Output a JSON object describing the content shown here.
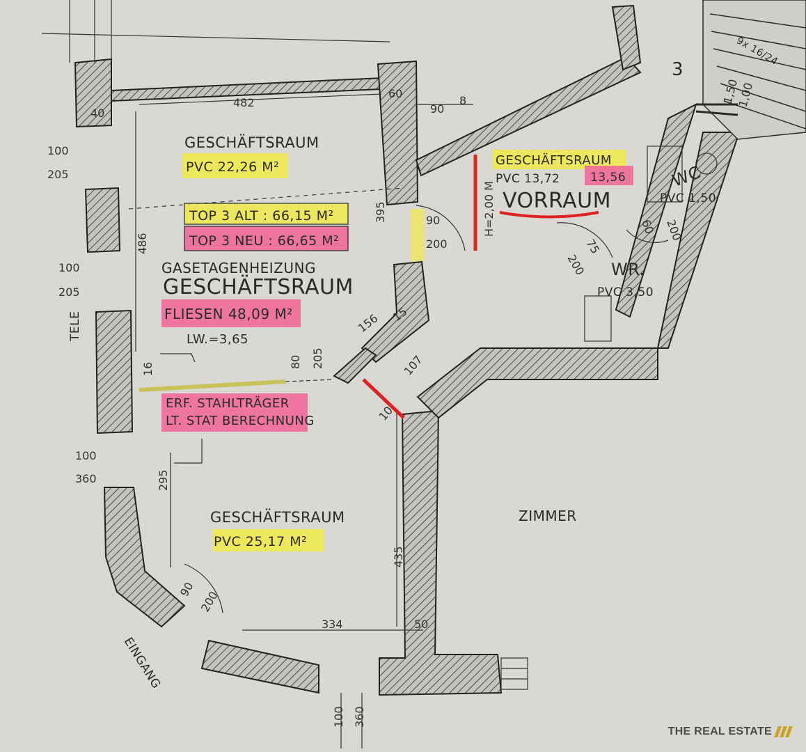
{
  "brand": {
    "name": "THE REAL ESTATE",
    "accent": "#c9a227"
  },
  "colors": {
    "highlight_yellow": "#f0ea4a",
    "highlight_pink": "#f06a9a",
    "wall_fill": "#b9b8b2",
    "paper": "#d9d8d2"
  },
  "rooms": {
    "top_left": {
      "name": "GESCHÄFTSRAUM",
      "floor": "PVC  22,26 M²"
    },
    "top_badges": {
      "alt": "TOP 3 ALT : 66,15 M²",
      "neu": "TOP 3 NEU : 66,65 M²"
    },
    "main": {
      "heating": "GASETAGENHEIZUNG",
      "name": "GESCHÄFTSRAUM",
      "floor": "FLIESEN   48,09 M²",
      "lw": "LW.=3,65"
    },
    "steel_note": {
      "line1": "ERF. STAHLTRÄGER",
      "line2": "LT. STAT BERECHNUNG"
    },
    "bottom_left": {
      "name": "GESCHÄFTSRAUM",
      "floor": "PVC  25,17 M²"
    },
    "vorraum": {
      "pre": "GESCHÄFTSRAUM",
      "floor_old": "PVC  13,72",
      "floor_new": "13,56",
      "name": "VORRAUM"
    },
    "wc": {
      "name": "WC",
      "floor": "PVC 1,50"
    },
    "wr": {
      "name": "WR.",
      "floor": "PVC 3,50"
    },
    "zimmer": {
      "name": "ZIMMER"
    },
    "entrance": {
      "name": "EINGANG"
    },
    "stair_no": "3",
    "stair_spec": "9x 16/24",
    "tele": "TELE"
  },
  "dims": {
    "d482": "482",
    "d90a": "90",
    "d8": "8",
    "d60a": "60",
    "d40": "40",
    "d100a": "100",
    "d205a": "205",
    "d486": "486",
    "d395": "395",
    "d90door": "90",
    "d200door": "200",
    "h200": "H=2,00 M",
    "d100b": "100",
    "d205b": "205",
    "d156": "156",
    "d15": "15",
    "d107": "107",
    "d10": "10",
    "d80": "80",
    "d205c": "205",
    "d16": "16",
    "d100c": "100",
    "d360a": "360",
    "d295": "295",
    "d435": "435",
    "d90e": "90",
    "d200e": "200",
    "d334": "334",
    "d50": "50",
    "d100d": "100",
    "d360b": "360",
    "d75": "75",
    "d200f": "200",
    "d60b": "60",
    "d200g": "200",
    "d150": "1,50",
    "d100e": "1,00"
  }
}
